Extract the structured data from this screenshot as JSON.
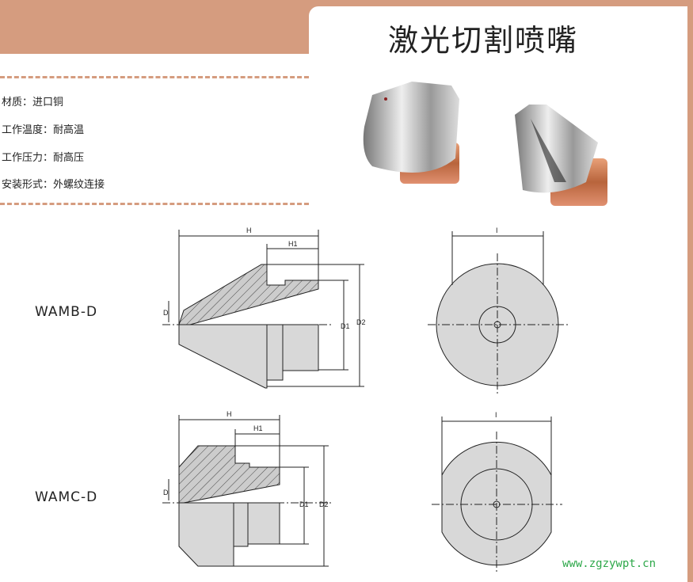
{
  "title": "激光切割喷嘴",
  "specs": [
    {
      "text": "材质：进口铜"
    },
    {
      "text": "工作温度：耐高温"
    },
    {
      "text": "工作压力：耐高压"
    },
    {
      "text": "安装形式：外螺纹连接"
    }
  ],
  "models": [
    "WAMB-D",
    "WAMC-D"
  ],
  "dimension_labels": {
    "H": "H",
    "H1": "H1",
    "D": "D",
    "D1": "D1",
    "D2": "D2",
    "I": "I"
  },
  "watermark": "www.zgzywpt.cn",
  "colors": {
    "accent": "#d59c7f",
    "watermark": "#2ea84a"
  }
}
